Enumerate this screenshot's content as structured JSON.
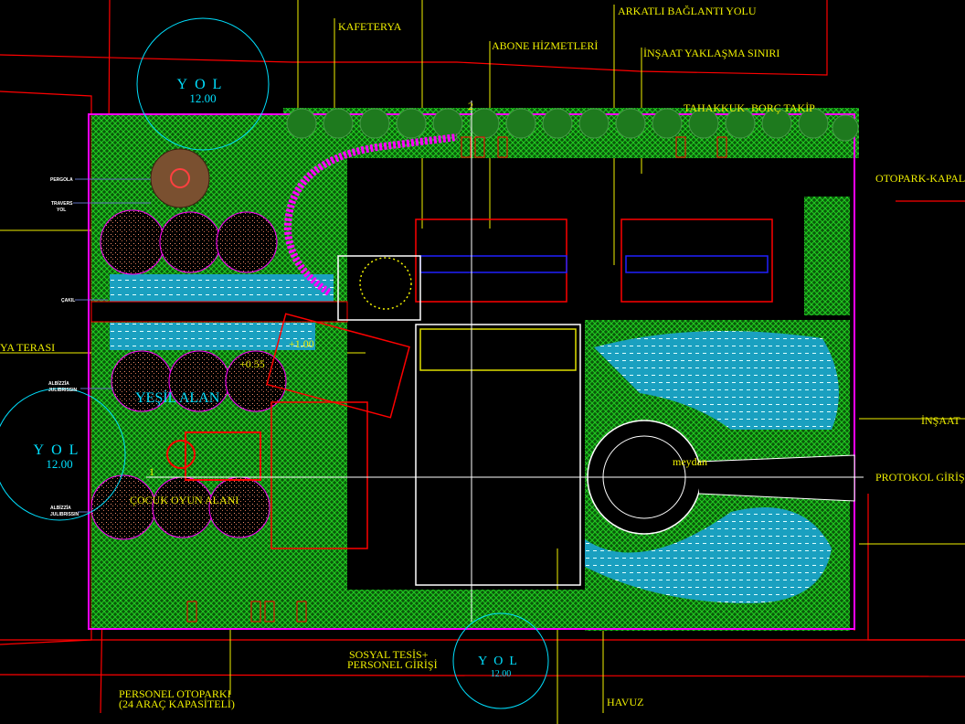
{
  "labels": {
    "kafeterya": "KAFETERYA",
    "abone": "ABONE HİZMETLERİ",
    "arkatli": "ARKATLI BAĞLANTI YOLU",
    "insaat_yaklasma": "İNŞAAT YAKLAŞMA SINIRI",
    "tahakkuk": "TAHAKKUK- BORÇ TAKİP",
    "otopark_kapali": "OTOPARK-KAPAL",
    "insaat": "İNŞAAT",
    "protokol": "PROTOKOL GİRİŞİ",
    "terasi": "YA TERASI",
    "yesil_alan": "YEŞİL ALAN",
    "cocuk": "ÇOCUK OYUN ALANI",
    "meydan": "meydan",
    "sosyal_1": "SOSYAL TESİS+",
    "sosyal_2": "PERSONEL GİRİŞİ",
    "personel_1": "PERSONEL OTOPARKI",
    "personel_2": "(24 ARAÇ KAPASİTELİ)",
    "havuz": "HAVUZ",
    "pergola": "PERGOLA",
    "travers_1": "TRAVERS",
    "travers_2": "YOL",
    "cakil": "ÇAKIL",
    "albizzia_1": "ALBİZZİA",
    "albizzia_2": "JULIBRISSIN",
    "section_1": "1",
    "section_2": "2",
    "elev_1": "+1.00",
    "elev_2": "+0.55"
  },
  "roads": [
    {
      "name": "YOL",
      "width": "12.00"
    },
    {
      "name": "YOL",
      "width": "12.00"
    },
    {
      "name": "YOL",
      "width": "12.00"
    }
  ],
  "colors": {
    "background": "#000000",
    "grass": "#1fa01f",
    "boundary": "#ff00ff",
    "road": "#ff0000",
    "water": "#00a0d8",
    "label": "#f0f000",
    "road_label": "#00e0ff"
  }
}
